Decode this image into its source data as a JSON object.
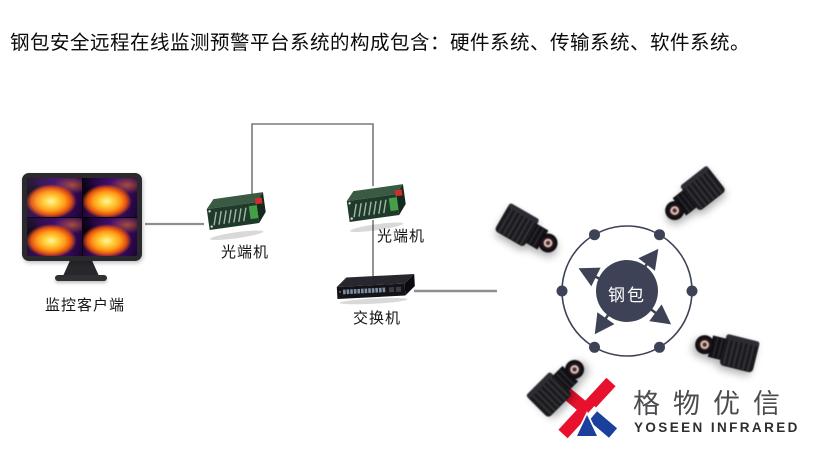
{
  "title": "钢包安全远程在线监测预警平台系统的构成包含：硬件系统、传输系统、软件系统。",
  "nodes": {
    "monitor": {
      "label": "监控客户端",
      "thermal_views": 4
    },
    "transceiver_left": {
      "label": "光端机"
    },
    "transceiver_right": {
      "label": "光端机"
    },
    "switch": {
      "label": "交换机"
    },
    "ladle": {
      "label": "钢包"
    },
    "camera_count": 4
  },
  "logo": {
    "cn": "格物优信",
    "en": "YOSEEN INFRARED",
    "red": "#e8112d",
    "blue": "#1a3f9d"
  },
  "colors": {
    "accent_navy": "#3d4257",
    "line_gray": "#8f8f8f",
    "device_green": "#1f3a2a",
    "background": "#ffffff"
  }
}
